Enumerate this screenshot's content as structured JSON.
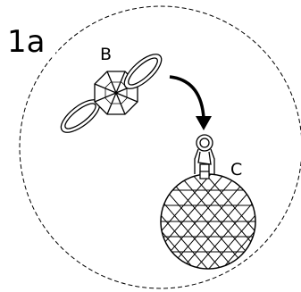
{
  "diagram": {
    "step_label": "1a",
    "part_b_label": "B",
    "part_c_label": "C"
  }
}
